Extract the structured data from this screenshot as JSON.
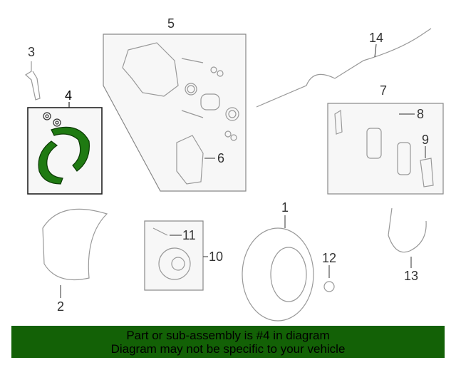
{
  "callouts": {
    "c1": "1",
    "c2": "2",
    "c3": "3",
    "c4": "4",
    "c5": "5",
    "c6": "6",
    "c7": "7",
    "c8": "8",
    "c9": "9",
    "c10": "10",
    "c11": "11",
    "c12": "12",
    "c13": "13",
    "c14": "14"
  },
  "highlight": {
    "part": "4",
    "color": "#136106"
  },
  "banner": {
    "line1": "Part or sub-assembly is #4 in diagram",
    "line2": "Diagram may not be specific to your vehicle",
    "color": "#136106"
  }
}
